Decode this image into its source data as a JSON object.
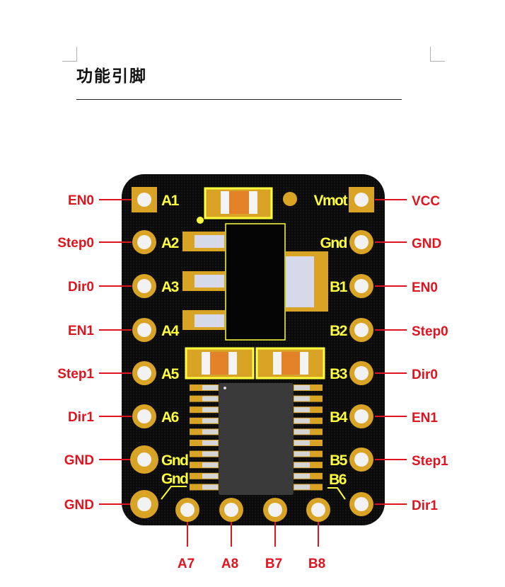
{
  "document": {
    "heading": "功能引脚"
  },
  "board": {
    "colors": {
      "pcb": "#0a0a0a",
      "pad": "#d9a326",
      "silk": "#ffff3c",
      "label": "#e0141e"
    },
    "left_pins": [
      {
        "silk": "A1",
        "label": "EN0"
      },
      {
        "silk": "A2",
        "label": "Step0"
      },
      {
        "silk": "A3",
        "label": "Dir0"
      },
      {
        "silk": "A4",
        "label": "EN1"
      },
      {
        "silk": "A5",
        "label": "Step1"
      },
      {
        "silk": "A6",
        "label": "Dir1"
      },
      {
        "silk": "Gnd",
        "label": "GND"
      },
      {
        "silk": "Gnd",
        "label": "GND"
      }
    ],
    "right_pins": [
      {
        "silk": "Vmot",
        "label": "VCC"
      },
      {
        "silk": "Gnd",
        "label": "GND"
      },
      {
        "silk": "B1",
        "label": "EN0"
      },
      {
        "silk": "B2",
        "label": "Step0"
      },
      {
        "silk": "B3",
        "label": "Dir0"
      },
      {
        "silk": "B4",
        "label": "EN1"
      },
      {
        "silk": "B5",
        "label": "Step1"
      },
      {
        "silk": "B6",
        "label": "Dir1"
      }
    ],
    "bottom_pins": [
      {
        "label": "A7"
      },
      {
        "label": "A8"
      },
      {
        "label": "B7"
      },
      {
        "label": "B8"
      }
    ]
  }
}
